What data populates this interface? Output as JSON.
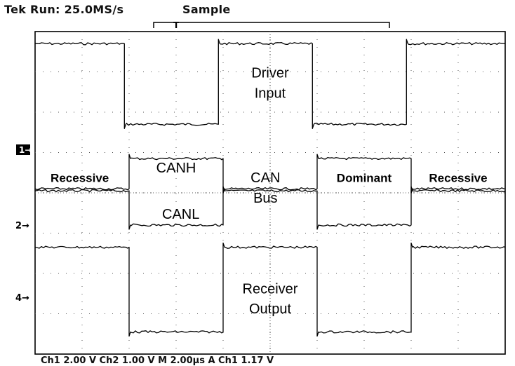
{
  "header": {
    "run_status": "Tek Run: 25.0MS/s",
    "acq_mode": "Sample"
  },
  "channel_markers": {
    "ch1": "1→",
    "ch2": "2→",
    "ch4": "4→"
  },
  "footer": {
    "readout": "Ch1  2.00 V    Ch2   1.00 V    M 2.00µs   A  Ch1  1.17 V"
  },
  "chart_data": {
    "type": "line",
    "title": "",
    "xlabel": "",
    "ylabel": "",
    "xlim": [
      0,
      10
    ],
    "ylim": [
      -4,
      4
    ],
    "grid": true,
    "grid_divisions": {
      "x": 10,
      "y": 8
    },
    "series": [
      {
        "id": "driver-input",
        "color": "#000000",
        "label": "Driver Input",
        "points": [
          [
            0,
            3.7
          ],
          [
            1.9,
            3.7
          ],
          [
            1.9,
            1.7
          ],
          [
            3.9,
            1.7
          ],
          [
            3.9,
            3.7
          ],
          [
            5.9,
            3.7
          ],
          [
            5.9,
            1.7
          ],
          [
            7.9,
            1.7
          ],
          [
            7.9,
            3.7
          ],
          [
            10,
            3.7
          ]
        ]
      },
      {
        "id": "canh",
        "color": "#000000",
        "label": "CANH",
        "points": [
          [
            0,
            0.1
          ],
          [
            2.0,
            0.1
          ],
          [
            2.0,
            0.85
          ],
          [
            4.0,
            0.85
          ],
          [
            4.0,
            0.1
          ],
          [
            6.0,
            0.1
          ],
          [
            6.0,
            0.85
          ],
          [
            8.0,
            0.85
          ],
          [
            8.0,
            0.1
          ],
          [
            10,
            0.1
          ]
        ]
      },
      {
        "id": "canl",
        "color": "#000000",
        "label": "CANL",
        "points": [
          [
            0,
            0.05
          ],
          [
            2.0,
            0.05
          ],
          [
            2.0,
            -0.8
          ],
          [
            4.0,
            -0.8
          ],
          [
            4.0,
            0.05
          ],
          [
            6.0,
            0.05
          ],
          [
            6.0,
            -0.8
          ],
          [
            8.0,
            -0.8
          ],
          [
            8.0,
            0.05
          ],
          [
            10,
            0.05
          ]
        ]
      },
      {
        "id": "receiver-output",
        "color": "#000000",
        "label": "Receiver Output",
        "points": [
          [
            0,
            -1.35
          ],
          [
            2.0,
            -1.35
          ],
          [
            2.0,
            -3.45
          ],
          [
            4.0,
            -3.45
          ],
          [
            4.0,
            -1.35
          ],
          [
            6.0,
            -1.35
          ],
          [
            6.0,
            -3.45
          ],
          [
            8.0,
            -3.45
          ],
          [
            8.0,
            -1.35
          ],
          [
            10,
            -1.35
          ]
        ]
      }
    ],
    "annotations": [
      {
        "id": "driver-input-label-1",
        "text": "Driver",
        "x": 5.0,
        "y": 2.95,
        "size": 20,
        "bold": false
      },
      {
        "id": "driver-input-label-2",
        "text": "Input",
        "x": 5.0,
        "y": 2.45,
        "size": 20,
        "bold": false
      },
      {
        "id": "canh-label",
        "text": "CANH",
        "x": 3.0,
        "y": 0.6,
        "size": 20,
        "bold": false
      },
      {
        "id": "canl-label",
        "text": "CANL",
        "x": 3.1,
        "y": -0.55,
        "size": 20,
        "bold": false
      },
      {
        "id": "can-bus-label-1",
        "text": "CAN",
        "x": 4.9,
        "y": 0.35,
        "size": 20,
        "bold": false
      },
      {
        "id": "can-bus-label-2",
        "text": "Bus",
        "x": 4.9,
        "y": -0.15,
        "size": 20,
        "bold": false
      },
      {
        "id": "recessive-label-left",
        "text": "Recessive",
        "x": 0.95,
        "y": 0.35,
        "size": 17,
        "bold": true
      },
      {
        "id": "dominant-label",
        "text": "Dominant",
        "x": 7.0,
        "y": 0.35,
        "size": 17,
        "bold": true
      },
      {
        "id": "recessive-label-right",
        "text": "Recessive",
        "x": 9.0,
        "y": 0.35,
        "size": 17,
        "bold": true
      },
      {
        "id": "receiver-output-label-1",
        "text": "Receiver",
        "x": 5.0,
        "y": -2.4,
        "size": 20,
        "bold": false
      },
      {
        "id": "receiver-output-label-2",
        "text": "Output",
        "x": 5.0,
        "y": -2.9,
        "size": 20,
        "bold": false
      }
    ]
  }
}
